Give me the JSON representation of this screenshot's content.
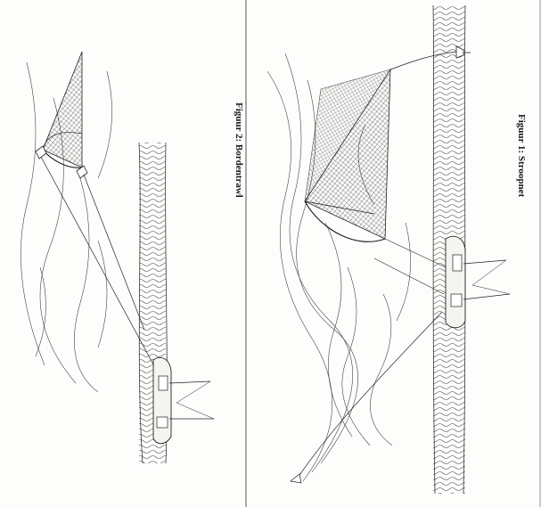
{
  "figures": [
    {
      "caption": "Figuur 1: Stroopnet",
      "subject": "stow net (stroopnet) deployed from an anchored vessel"
    },
    {
      "caption": "Figuur 2: Bordentrawl",
      "subject": "otter trawl (bordentrawl) towed by a fishing vessel"
    }
  ],
  "colors": {
    "ink": "#2a2a2a",
    "paper": "#fdfdfb",
    "rule": "#555555"
  }
}
